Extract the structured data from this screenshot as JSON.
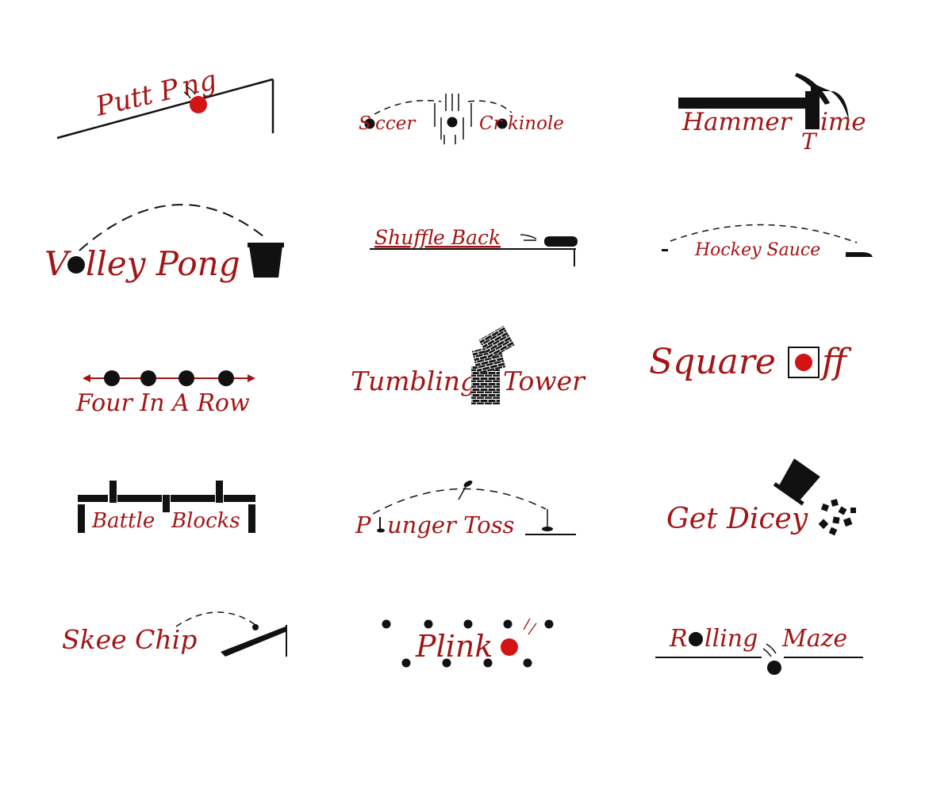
{
  "colors": {
    "accent": "#a31515",
    "ink": "#111111",
    "background": "#ffffff"
  },
  "logos": [
    {
      "id": "putt-pong",
      "parts": [
        "Putt P",
        "ng"
      ]
    },
    {
      "id": "soccer-crokinole",
      "parts": [
        "S",
        "ccer",
        "Cr",
        "kinole"
      ]
    },
    {
      "id": "hammer-time",
      "parts": [
        "Hammer",
        "ime",
        "T"
      ]
    },
    {
      "id": "volley-pong",
      "parts": [
        "V",
        "lley Pong"
      ]
    },
    {
      "id": "shuffle-back",
      "parts": [
        "Shuffle Back"
      ]
    },
    {
      "id": "hockey-sauce",
      "parts": [
        "Hockey Sauce"
      ]
    },
    {
      "id": "four-in-a-row",
      "parts": [
        "Four In A Row"
      ]
    },
    {
      "id": "tumbling-tower",
      "parts": [
        "Tumbling",
        "Tower"
      ]
    },
    {
      "id": "square-off",
      "parts": [
        "Square",
        "ff"
      ]
    },
    {
      "id": "battle-blocks",
      "parts": [
        "Battle",
        "Blocks"
      ]
    },
    {
      "id": "plunger-toss",
      "parts": [
        "P",
        "unger Toss"
      ]
    },
    {
      "id": "get-dicey",
      "parts": [
        "Get Dicey"
      ]
    },
    {
      "id": "skee-chip",
      "parts": [
        "Skee Chip"
      ]
    },
    {
      "id": "plinko",
      "parts": [
        "Plink"
      ]
    },
    {
      "id": "rolling-maze",
      "parts": [
        "R",
        "lling",
        "Maze"
      ]
    }
  ]
}
